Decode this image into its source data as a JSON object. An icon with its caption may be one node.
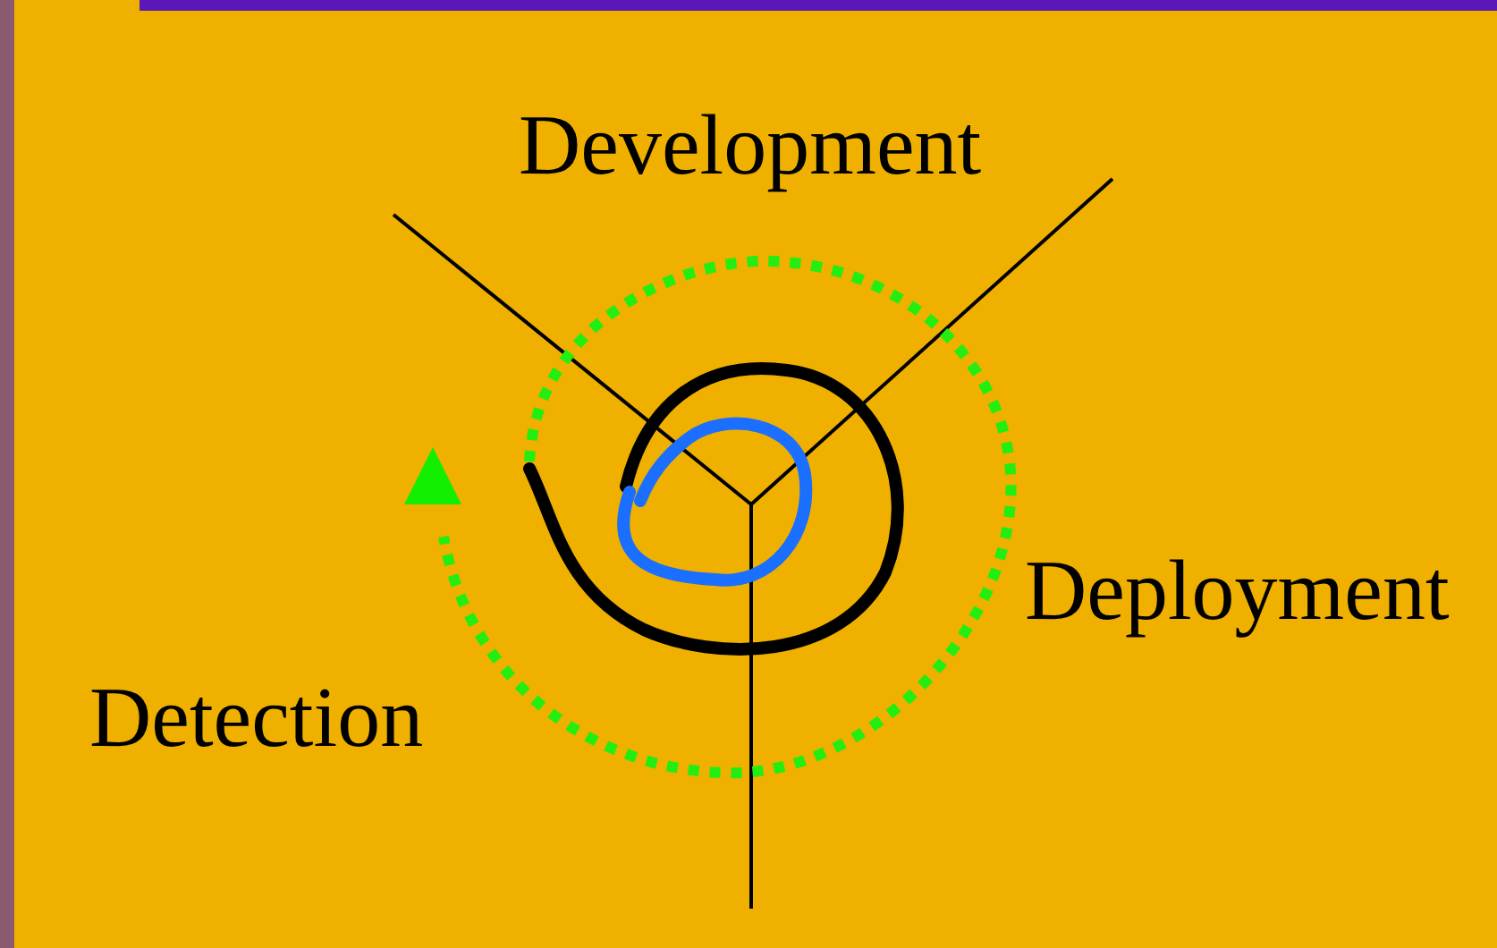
{
  "diagram": {
    "labels": [
      "Development",
      "Deployment",
      "Detection"
    ]
  }
}
